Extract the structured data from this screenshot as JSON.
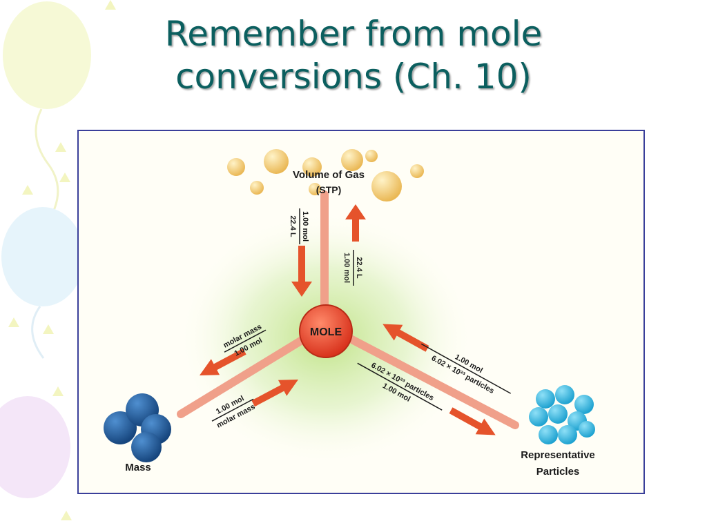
{
  "slide": {
    "title_line1": "Remember from mole",
    "title_line2": "conversions (Ch. 10)"
  },
  "diagram": {
    "center": "MOLE",
    "nodes": {
      "gas_line1": "Volume of Gas",
      "gas_line2": "(STP)",
      "mass": "Mass",
      "particles_line1": "Representative",
      "particles_line2": "Particles"
    },
    "factors": {
      "mole_from_gas": {
        "numerator": "1.00 mol",
        "denominator": "22.4 L"
      },
      "gas_from_mole": {
        "numerator": "22.4 L",
        "denominator": "1.00 mol"
      },
      "mass_from_mole": {
        "numerator": "molar mass",
        "denominator": "1.00 mol"
      },
      "mole_from_mass": {
        "numerator": "1.00 mol",
        "denominator": "molar mass"
      },
      "mole_from_particles": {
        "numerator": "1.00 mol",
        "denominator": "6.02 × 10²³ particles"
      },
      "particles_from_mole": {
        "numerator": "6.02 × 10²³ particles",
        "denominator": "1.00 mol"
      }
    }
  },
  "colors": {
    "title": "#0b5f5f",
    "arrow": "#e5532b",
    "road": "#f0a08a",
    "mole_circle": "#e8432a",
    "mass_spheres": "#1f5fa8",
    "particle_spheres": "#2fb4e0",
    "gas_bubbles": "#f2c96b",
    "glow": "#c8e6a0"
  }
}
